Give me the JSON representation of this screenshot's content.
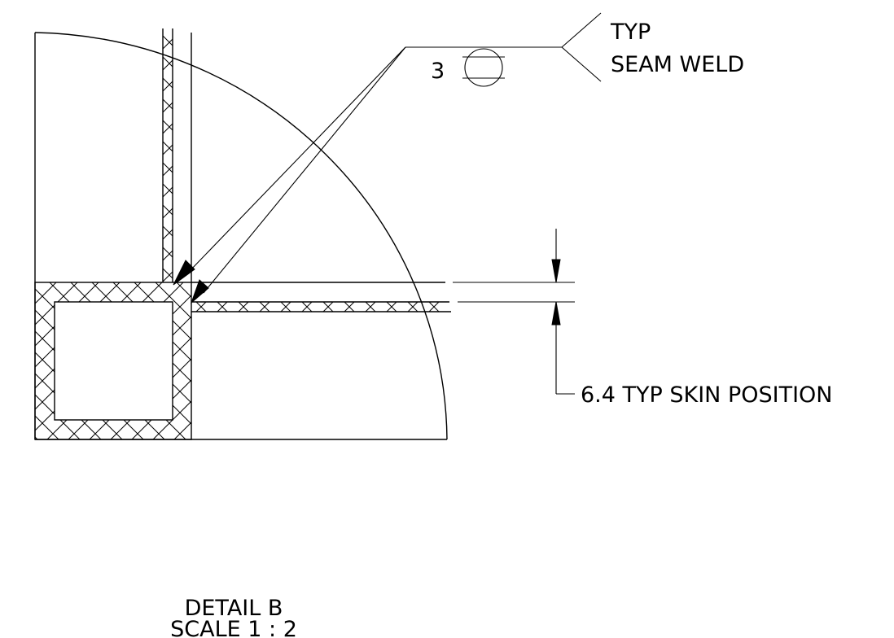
{
  "weld_symbol": {
    "size": "3",
    "note_line1": "TYP",
    "note_line2": "SEAM WELD"
  },
  "dimension": {
    "label": "6.4 TYP SKIN POSITION"
  },
  "detail_label": {
    "title": "DETAIL B",
    "scale": "SCALE 1 : 2"
  }
}
